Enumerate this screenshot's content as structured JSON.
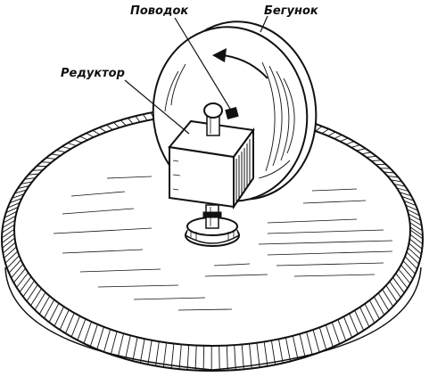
{
  "labels": {
    "driver": "Поводок",
    "runner": "Бегунок",
    "reducer": "Редуктор"
  },
  "colors": {
    "ink": "#111111",
    "paper": "#ffffff"
  }
}
